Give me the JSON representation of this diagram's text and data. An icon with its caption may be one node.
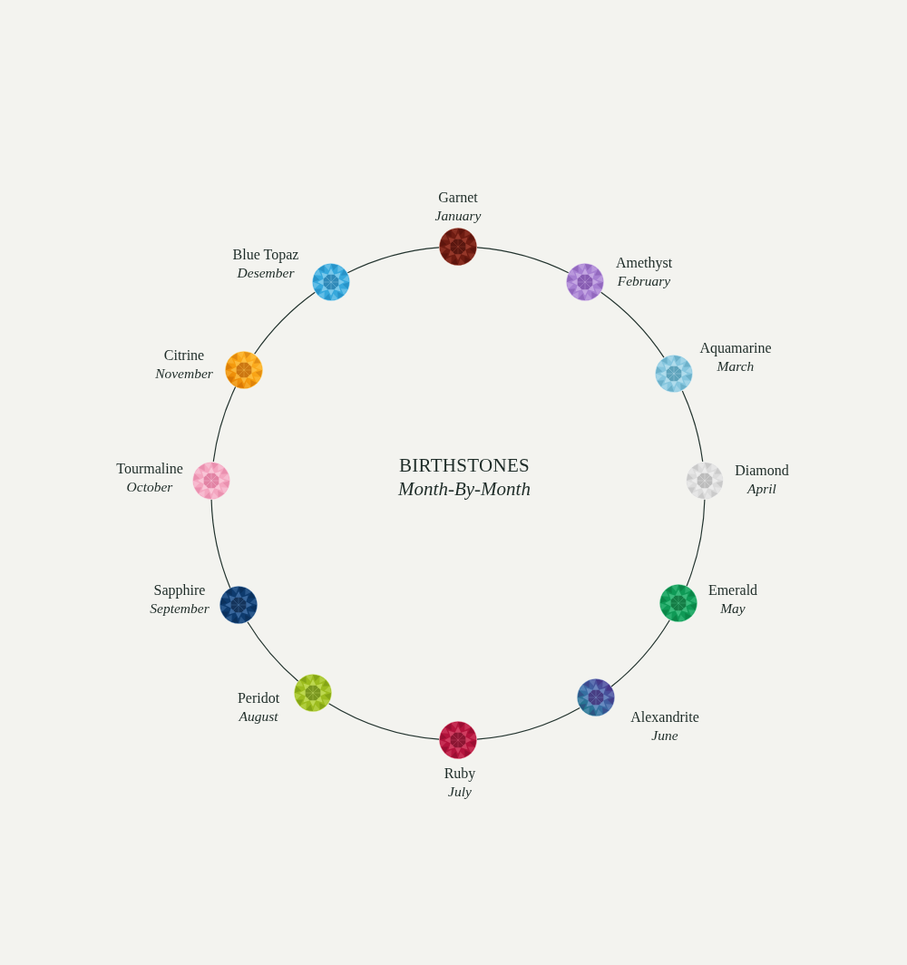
{
  "diagram": {
    "title": "BIRTHSTONES",
    "nodes": [
      {
        "text": [
          "Garnet",
          "January"
        ]
      },
      {
        "text": [
          "Amethyst",
          "February"
        ]
      },
      {
        "text": [
          "Aquamarine",
          "March"
        ]
      },
      {
        "text": [
          "Diamond",
          "April"
        ]
      },
      {
        "text": [
          "Emerald",
          "May"
        ]
      },
      {
        "text": [
          "Alexandrite",
          "June"
        ]
      },
      {
        "text": [
          "Ruby",
          "July"
        ]
      },
      {
        "text": [
          "Peridot",
          "August"
        ]
      },
      {
        "text": [
          "Sapphire",
          "September"
        ]
      },
      {
        "text": [
          "Tourmaline",
          "October"
        ]
      },
      {
        "text": [
          "Citrine",
          "November"
        ]
      },
      {
        "text": [
          "Blue Topaz",
          "Desember"
        ]
      }
    ],
    "edges": [
      {
        "from": 0,
        "to": 1,
        "arrow": "none"
      },
      {
        "from": 1,
        "to": 2,
        "arrow": "none"
      },
      {
        "from": 2,
        "to": 3,
        "arrow": "none"
      },
      {
        "from": 3,
        "to": 4,
        "arrow": "none"
      },
      {
        "from": 4,
        "to": 5,
        "arrow": "none"
      },
      {
        "from": 5,
        "to": 6,
        "arrow": "none"
      },
      {
        "from": 6,
        "to": 7,
        "arrow": "none"
      },
      {
        "from": 7,
        "to": 8,
        "arrow": "none"
      },
      {
        "from": 8,
        "to": 9,
        "arrow": "none"
      },
      {
        "from": 9,
        "to": 10,
        "arrow": "none"
      },
      {
        "from": 10,
        "to": 11,
        "arrow": "none"
      },
      {
        "from": 11,
        "to": 0,
        "arrow": "none"
      }
    ],
    "labels": [
      "Month-By-Month"
    ]
  }
}
